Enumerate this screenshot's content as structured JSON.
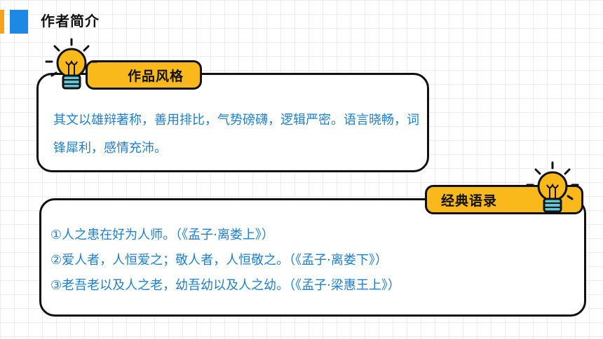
{
  "header": {
    "title": "作者简介"
  },
  "section1": {
    "label": "作品风格",
    "text": "其文以雄辩著称，善用排比，气势磅礴，逻辑严密。语言晓畅，词锋犀利，感情充沛。"
  },
  "section2": {
    "label": "经典语录",
    "quotes": [
      "①人之患在好为人师。（《孟子·离娄上》）",
      "②爱人者，人恒爱之；敬人者，人恒敬之。（《孟子·离娄下》）",
      "③老吾老以及人之老，幼吾幼以及人之幼。（《孟子·梁惠王上》）"
    ]
  },
  "colors": {
    "accent_orange": "#f6a21a",
    "accent_blue": "#1e88e5",
    "label_yellow": "#f9b91b",
    "text_blue": "#1e7fd0"
  },
  "icons": [
    "lightbulb-icon"
  ]
}
